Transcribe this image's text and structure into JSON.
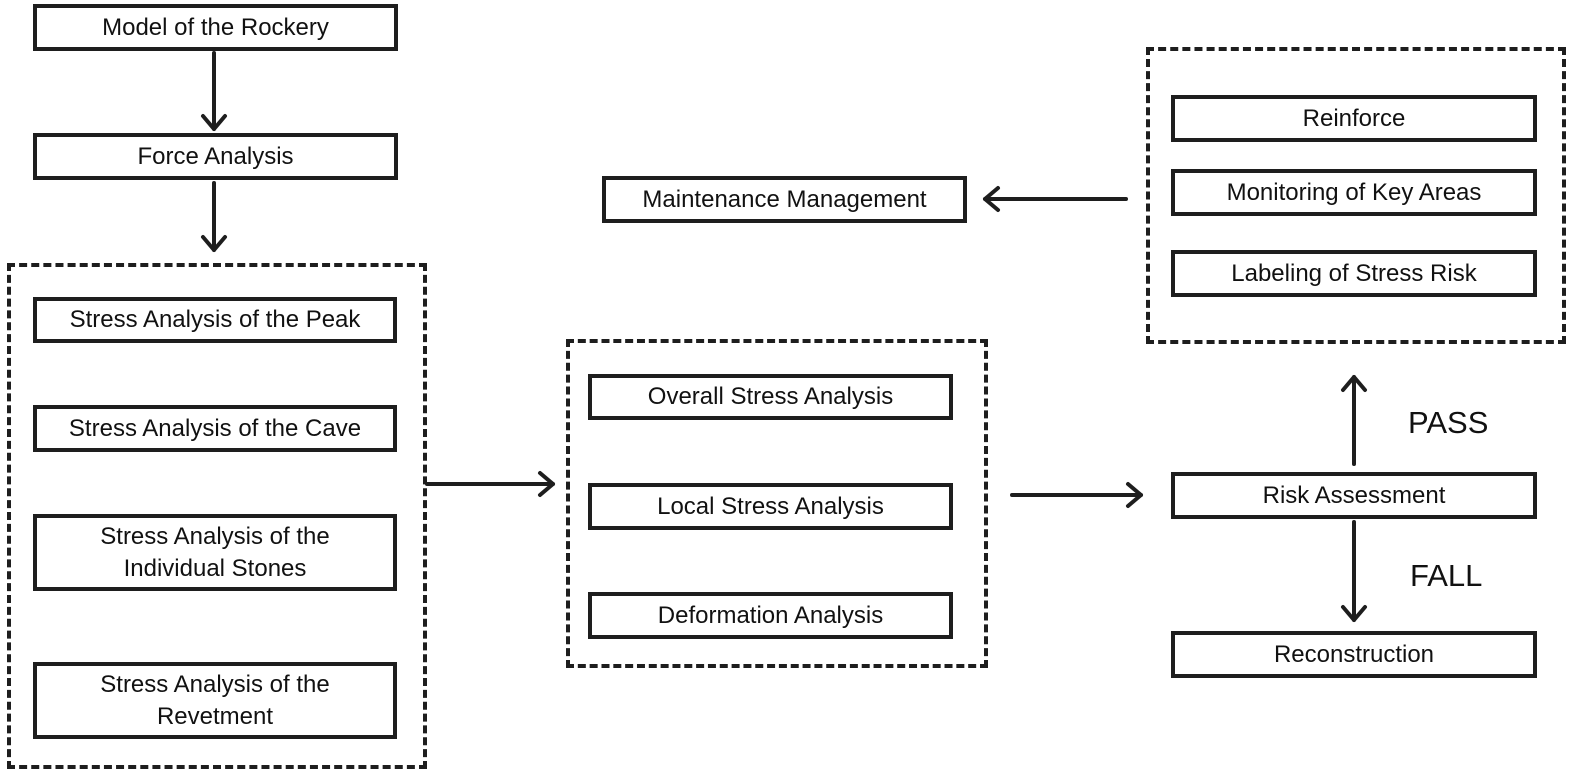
{
  "nodes": {
    "model": "Model of the Rockery",
    "force": "Force Analysis",
    "peak": "Stress Analysis of the Peak",
    "cave": "Stress Analysis of the Cave",
    "stones_1": "Stress Analysis of the",
    "stones_2": "Individual Stones",
    "revetment_1": "Stress Analysis of the",
    "revetment_2": "Revetment",
    "overall": "Overall Stress Analysis",
    "local": "Local Stress Analysis",
    "deformation": "Deformation Analysis",
    "risk": "Risk Assessment",
    "reconstruction": "Reconstruction",
    "reinforce": "Reinforce",
    "monitoring": "Monitoring of Key Areas",
    "labeling": "Labeling of Stress Risk",
    "maintenance": "Maintenance Management"
  },
  "edge_labels": {
    "pass": "PASS",
    "fall": "FALL"
  }
}
